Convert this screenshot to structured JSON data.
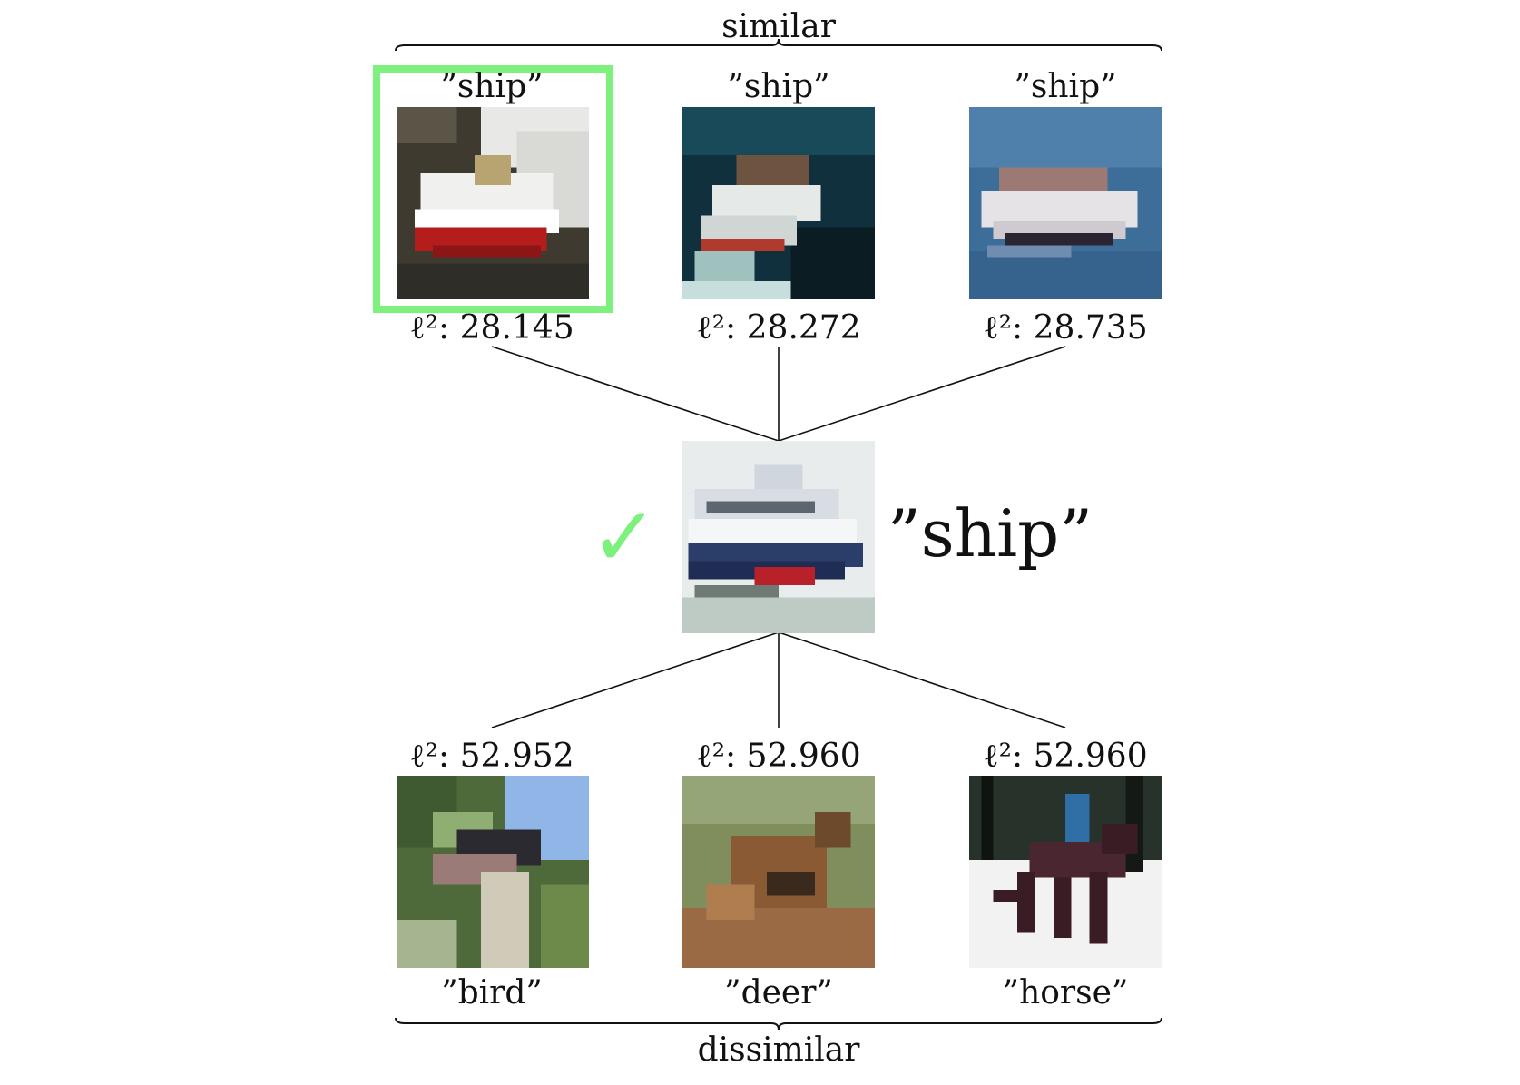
{
  "top_brace_label": "similar",
  "bottom_brace_label": "dissimilar",
  "query": {
    "label": "”ship”",
    "check_icon": "✓",
    "correct_color": "#7df07d"
  },
  "neighbors_similar": [
    {
      "label": "”ship”",
      "distance": "28.145",
      "highlighted": true
    },
    {
      "label": "”ship”",
      "distance": "28.272",
      "highlighted": false
    },
    {
      "label": "”ship”",
      "distance": "28.735",
      "highlighted": false
    }
  ],
  "neighbors_dissimilar": [
    {
      "label": "”bird”",
      "distance": "52.952"
    },
    {
      "label": "”deer”",
      "distance": "52.960"
    },
    {
      "label": "”horse”",
      "distance": "52.960"
    }
  ],
  "distance_prefix": "ℓ²:"
}
